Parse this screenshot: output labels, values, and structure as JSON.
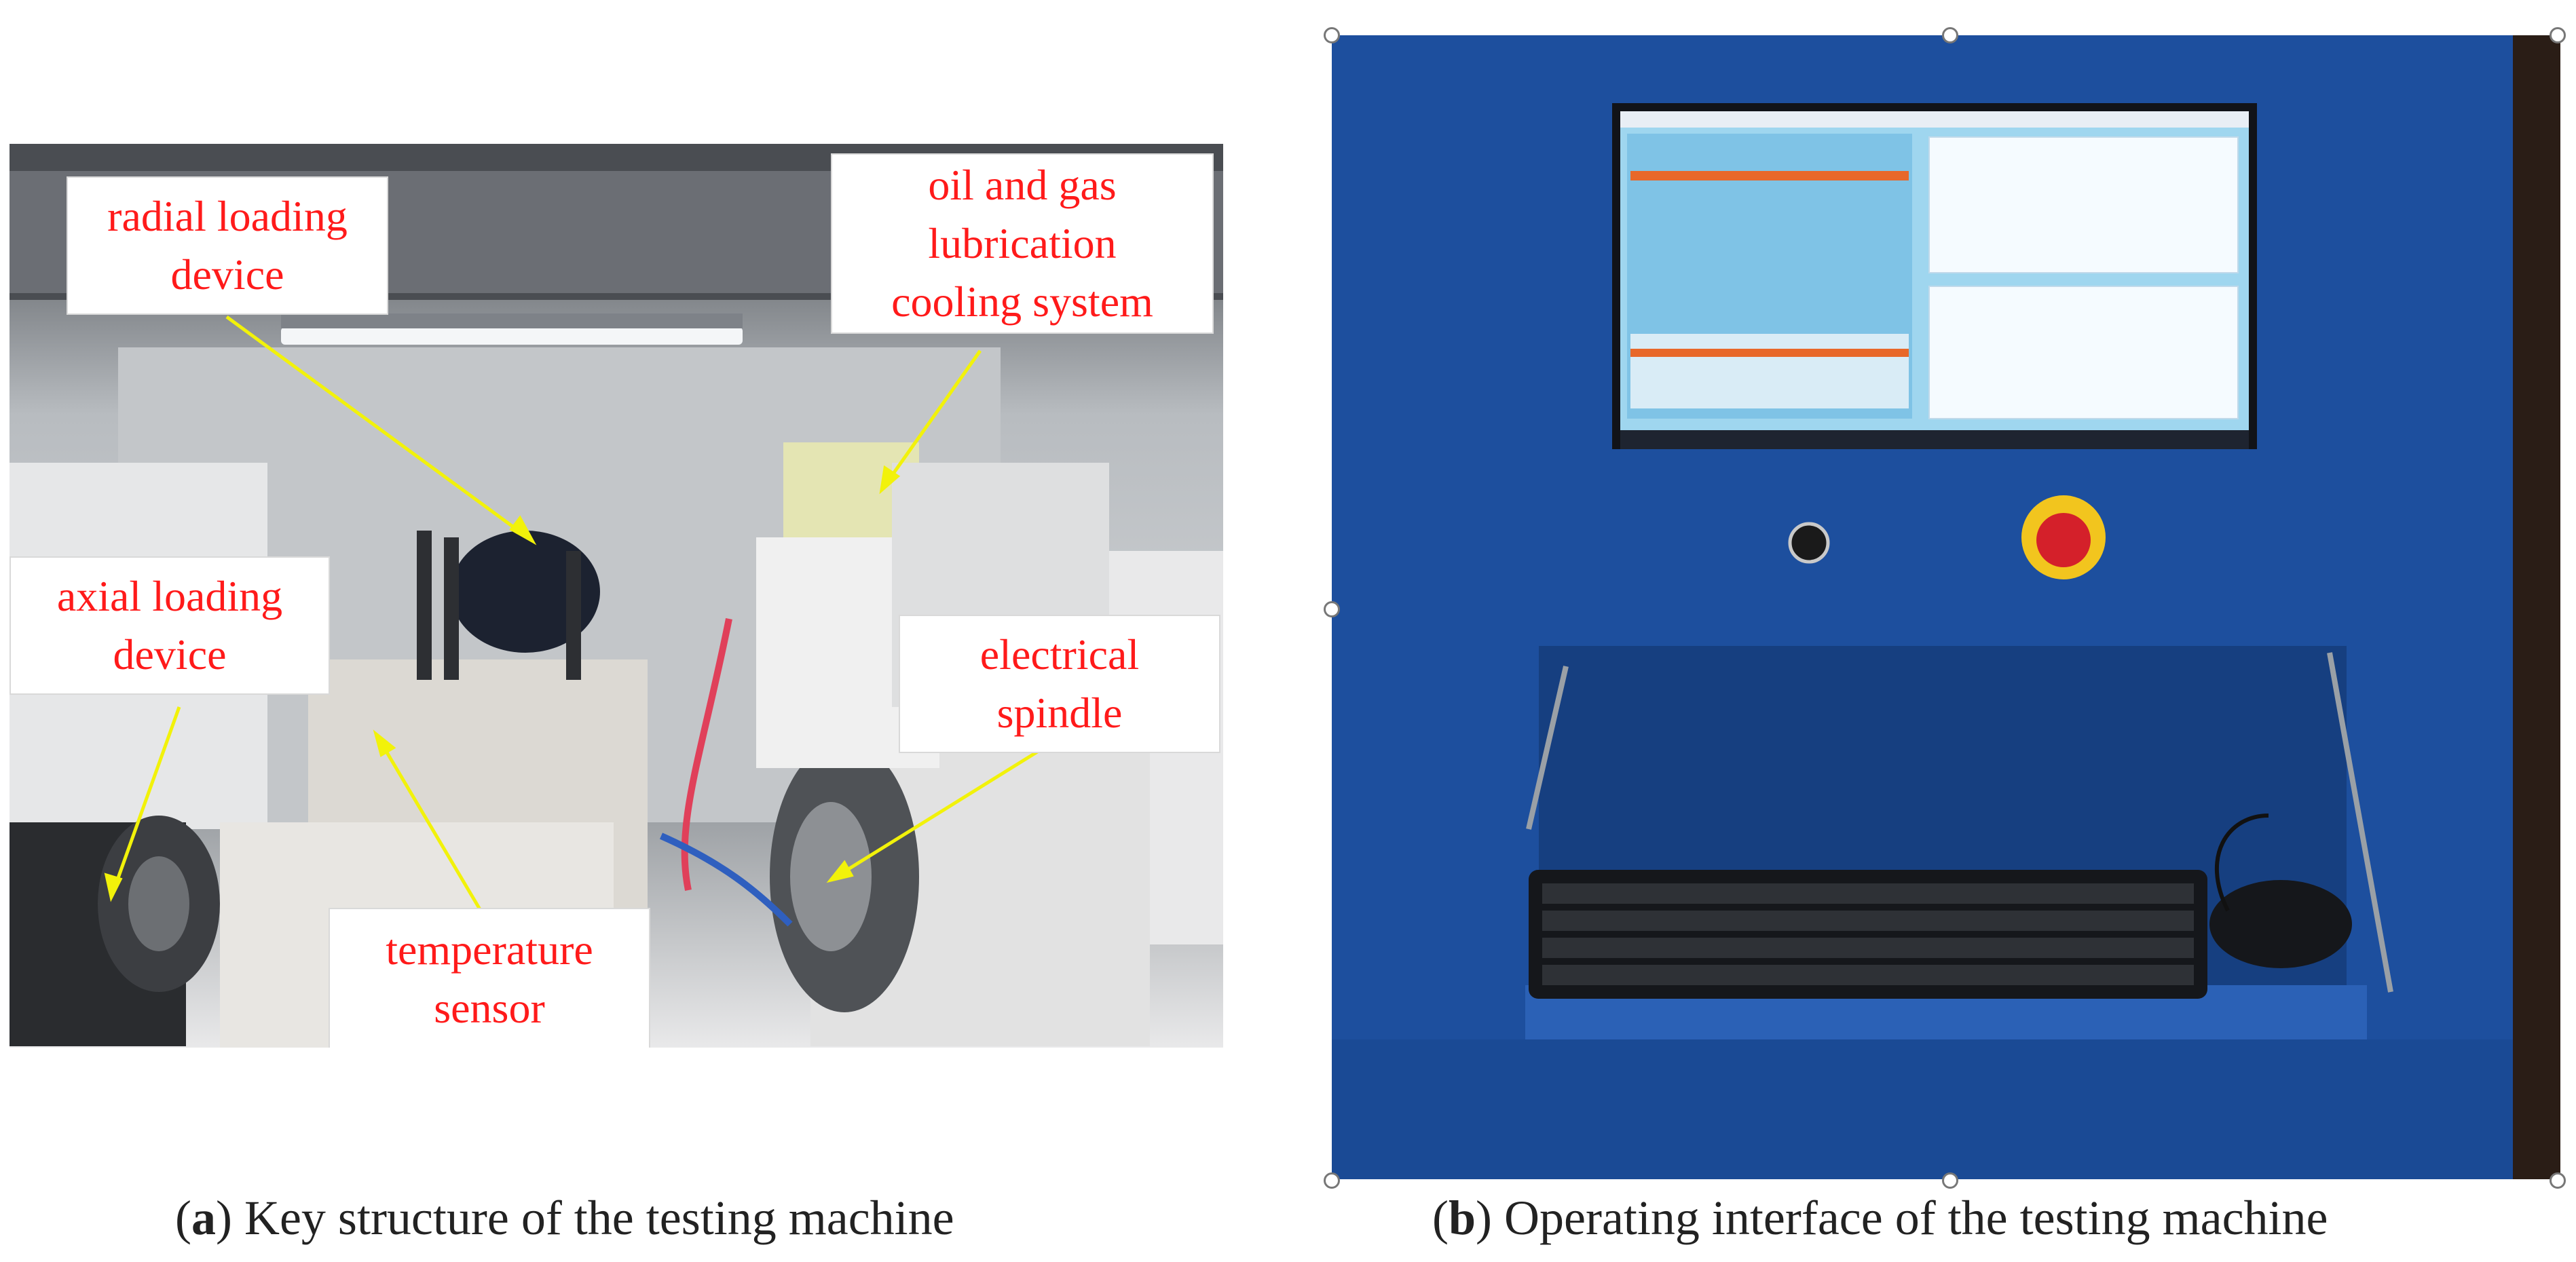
{
  "panel_a": {
    "labels": {
      "radial": "radial loading\ndevice",
      "oil": "oil and gas\nlubrication\ncooling system",
      "axial": "axial loading\ndevice",
      "spindle": "electrical\nspindle",
      "temp": "temperature\nsensor"
    },
    "caption_letter": "a",
    "caption_text": "Key structure of the testing machine"
  },
  "panel_b": {
    "caption_letter": "b",
    "caption_text": "Operating interface of the testing machine"
  },
  "colors": {
    "label_text": "#ff1a1a",
    "leader_line": "#f2f20a",
    "cabinet_blue": "#1d4f9e",
    "screen_bg": "#9fd6ef"
  }
}
